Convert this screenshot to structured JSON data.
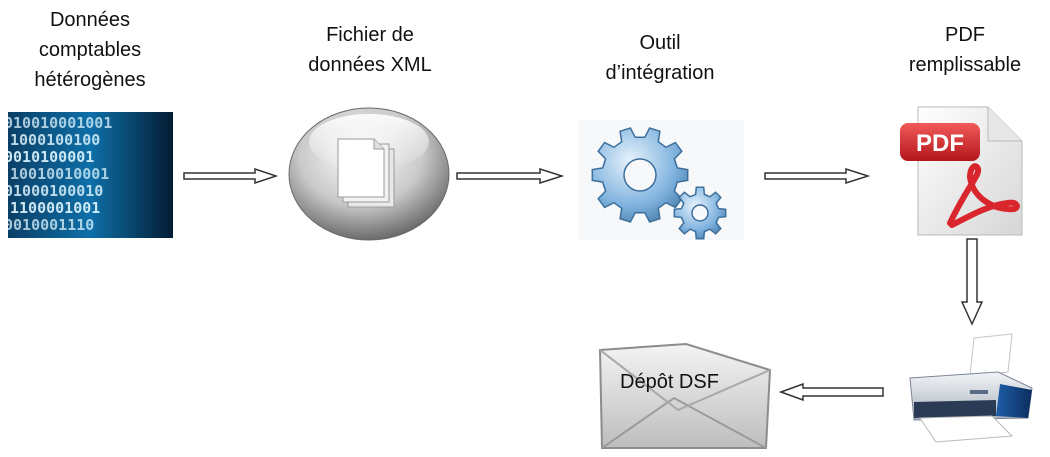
{
  "labels": {
    "donnees": [
      "Données",
      "comptables",
      "hétérogènes"
    ],
    "xml": [
      "Fichier de",
      "données XML"
    ],
    "outil": [
      "Outil",
      "d’intégration"
    ],
    "pdf": [
      "PDF",
      "remplissable"
    ],
    "depot": "Dépôt DSF",
    "pdf_badge": "PDF"
  },
  "binary_text": [
    "010010001001",
    "1000100100",
    "0010100001",
    "10010010001",
    "01000100010",
    "1100001001",
    "0010001110"
  ],
  "colors": {
    "arrow_stroke": "#333333",
    "pdf_red": "#d8262c",
    "gear_blue": "#7fb2de"
  }
}
